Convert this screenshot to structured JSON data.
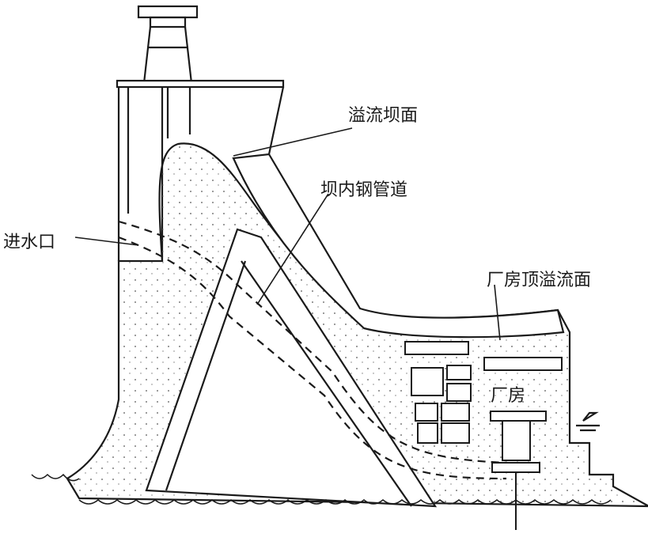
{
  "labels": {
    "spillway_face": "溢流坝面",
    "penstock": "坝内钢管道",
    "intake": "进水口",
    "powerhouse_roof_spillway": "厂房顶溢流面",
    "powerhouse": "厂房"
  },
  "colors": {
    "ink": "#1a1a1a",
    "concrete": "#f4f4f1"
  }
}
